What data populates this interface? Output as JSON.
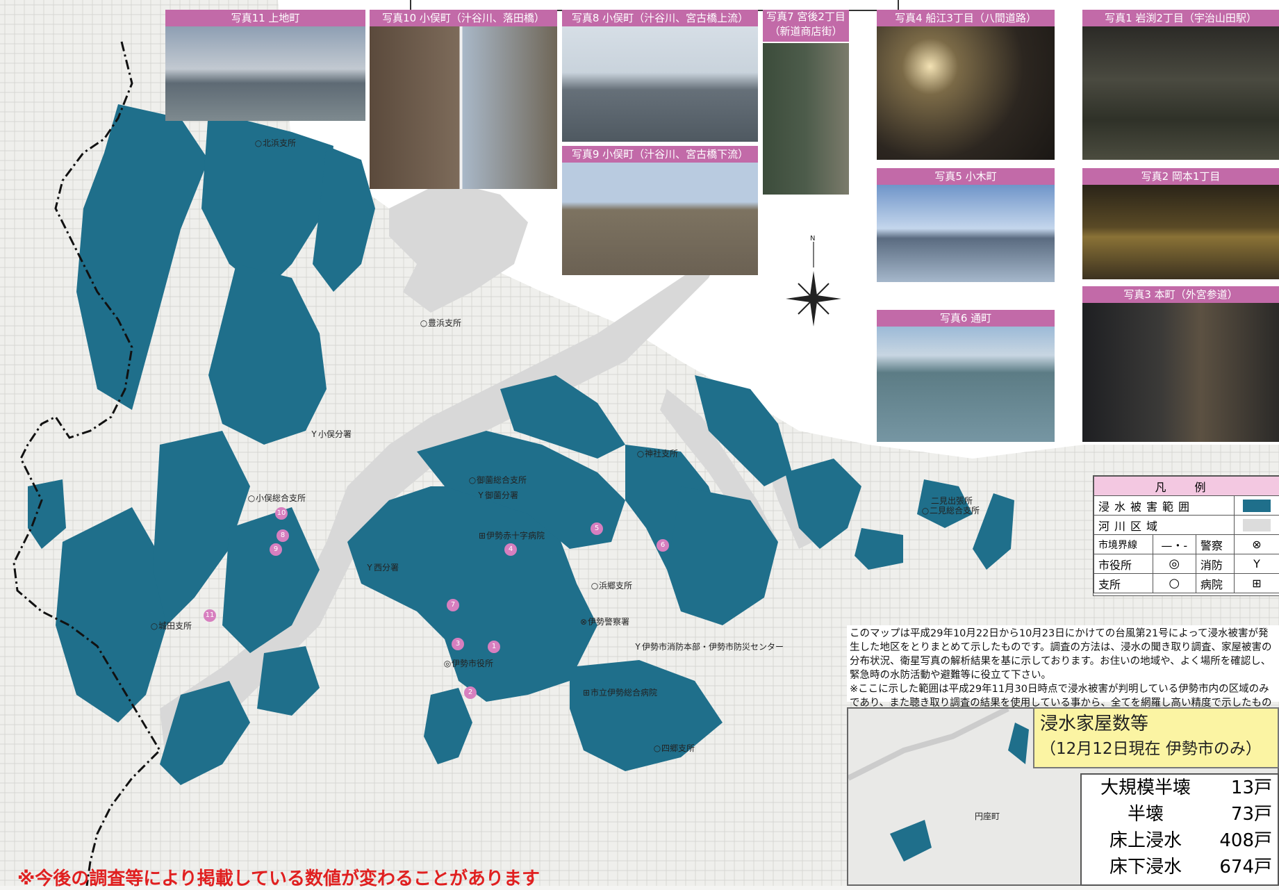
{
  "photos": [
    {
      "caption": "写真11 上地町"
    },
    {
      "caption": "写真10 小俣町（汁谷川、落田橋）"
    },
    {
      "caption": "写真8 小俣町（汁谷川、宮古橋上流）"
    },
    {
      "caption": "写真9 小俣町（汁谷川、宮古橋下流）"
    },
    {
      "caption": "写真7 宮後2丁目（新道商店街）"
    },
    {
      "caption": "写真4 船江3丁目（八間道路）"
    },
    {
      "caption": "写真1 岩渕2丁目（宇治山田駅）"
    },
    {
      "caption": "写真5 小木町"
    },
    {
      "caption": "写真2 岡本1丁目"
    },
    {
      "caption": "写真6 通町"
    },
    {
      "caption": "写真3 本町（外宮参道）"
    }
  ],
  "map_labels": [
    {
      "text": "北浜支所",
      "sym": "○"
    },
    {
      "text": "豊浜支所",
      "sym": "○"
    },
    {
      "text": "小俣分署",
      "sym": "Y"
    },
    {
      "text": "小俣総合支所",
      "sym": "○"
    },
    {
      "text": "城田支所",
      "sym": "○"
    },
    {
      "text": "西分署",
      "sym": "Y"
    },
    {
      "text": "御薗総合支所",
      "sym": "○"
    },
    {
      "text": "御薗分署",
      "sym": "Y"
    },
    {
      "text": "伊勢赤十字病院",
      "sym": "⊞"
    },
    {
      "text": "神社支所",
      "sym": "○"
    },
    {
      "text": "浜郷支所",
      "sym": "○"
    },
    {
      "text": "伊勢警察署",
      "sym": "⊗"
    },
    {
      "text": "伊勢市消防本部・伊勢市防災センター",
      "sym": "Y"
    },
    {
      "text": "伊勢市役所",
      "sym": "◎"
    },
    {
      "text": "市立伊勢総合病院",
      "sym": "⊞"
    },
    {
      "text": "四郷支所",
      "sym": "○"
    },
    {
      "text": "二見出張所",
      "sym": ""
    },
    {
      "text": "二見総合支所",
      "sym": "○"
    },
    {
      "text": "円座町",
      "sym": ""
    },
    {
      "text": "N",
      "sym": ""
    }
  ],
  "photo_markers": [
    "10",
    "8",
    "9",
    "11",
    "4",
    "6",
    "5",
    "7",
    "3",
    "1",
    "2"
  ],
  "legend": {
    "header": "凡 例",
    "flood_area": "浸水被害範囲",
    "river_area": "河川区域",
    "city_boundary": "市境界線",
    "police": "警察",
    "city_hall": "市役所",
    "fire": "消防",
    "branch": "支所",
    "hospital": "病院",
    "flood_color": "#1f6f8b",
    "river_color": "#dcdcdc",
    "police_icon": "⊗",
    "fire_icon": "Y",
    "hospital_icon": "⊞",
    "city_hall_icon": "◎",
    "branch_icon": "○",
    "boundary_icon": "—・-"
  },
  "note": {
    "line1": "このマップは平成29年10月22日から10月23日にかけての台風第21号によって浸水被害が発生した地区をとりまとめて示したものです。調査の方法は、浸水の聞き取り調査、家屋被害の分布状況、衛星写真の解析結果を基に示しております。お住いの地域や、よく場所を確認し、緊急時の水防活動や避難等に役立て下さい。",
    "line2": "※ここに示した範囲は平成29年11月30日時点で浸水被害が判明している伊勢市内の区域のみであり、また聴き取り調査の結果を使用している事から、全てを網羅し高い精度で示したものではありません。"
  },
  "counts": {
    "title_line1": "浸水家屋数等",
    "title_line2": "（12月12日現在 伊勢市のみ）",
    "rows": [
      {
        "label": "大規模半壊",
        "value": "13戸"
      },
      {
        "label": "半壊",
        "value": "73戸"
      },
      {
        "label": "床上浸水",
        "value": "408戸"
      },
      {
        "label": "床下浸水",
        "value": "674戸"
      }
    ]
  },
  "warning": "※今後の調査等により掲載している数値が変わることがあります"
}
